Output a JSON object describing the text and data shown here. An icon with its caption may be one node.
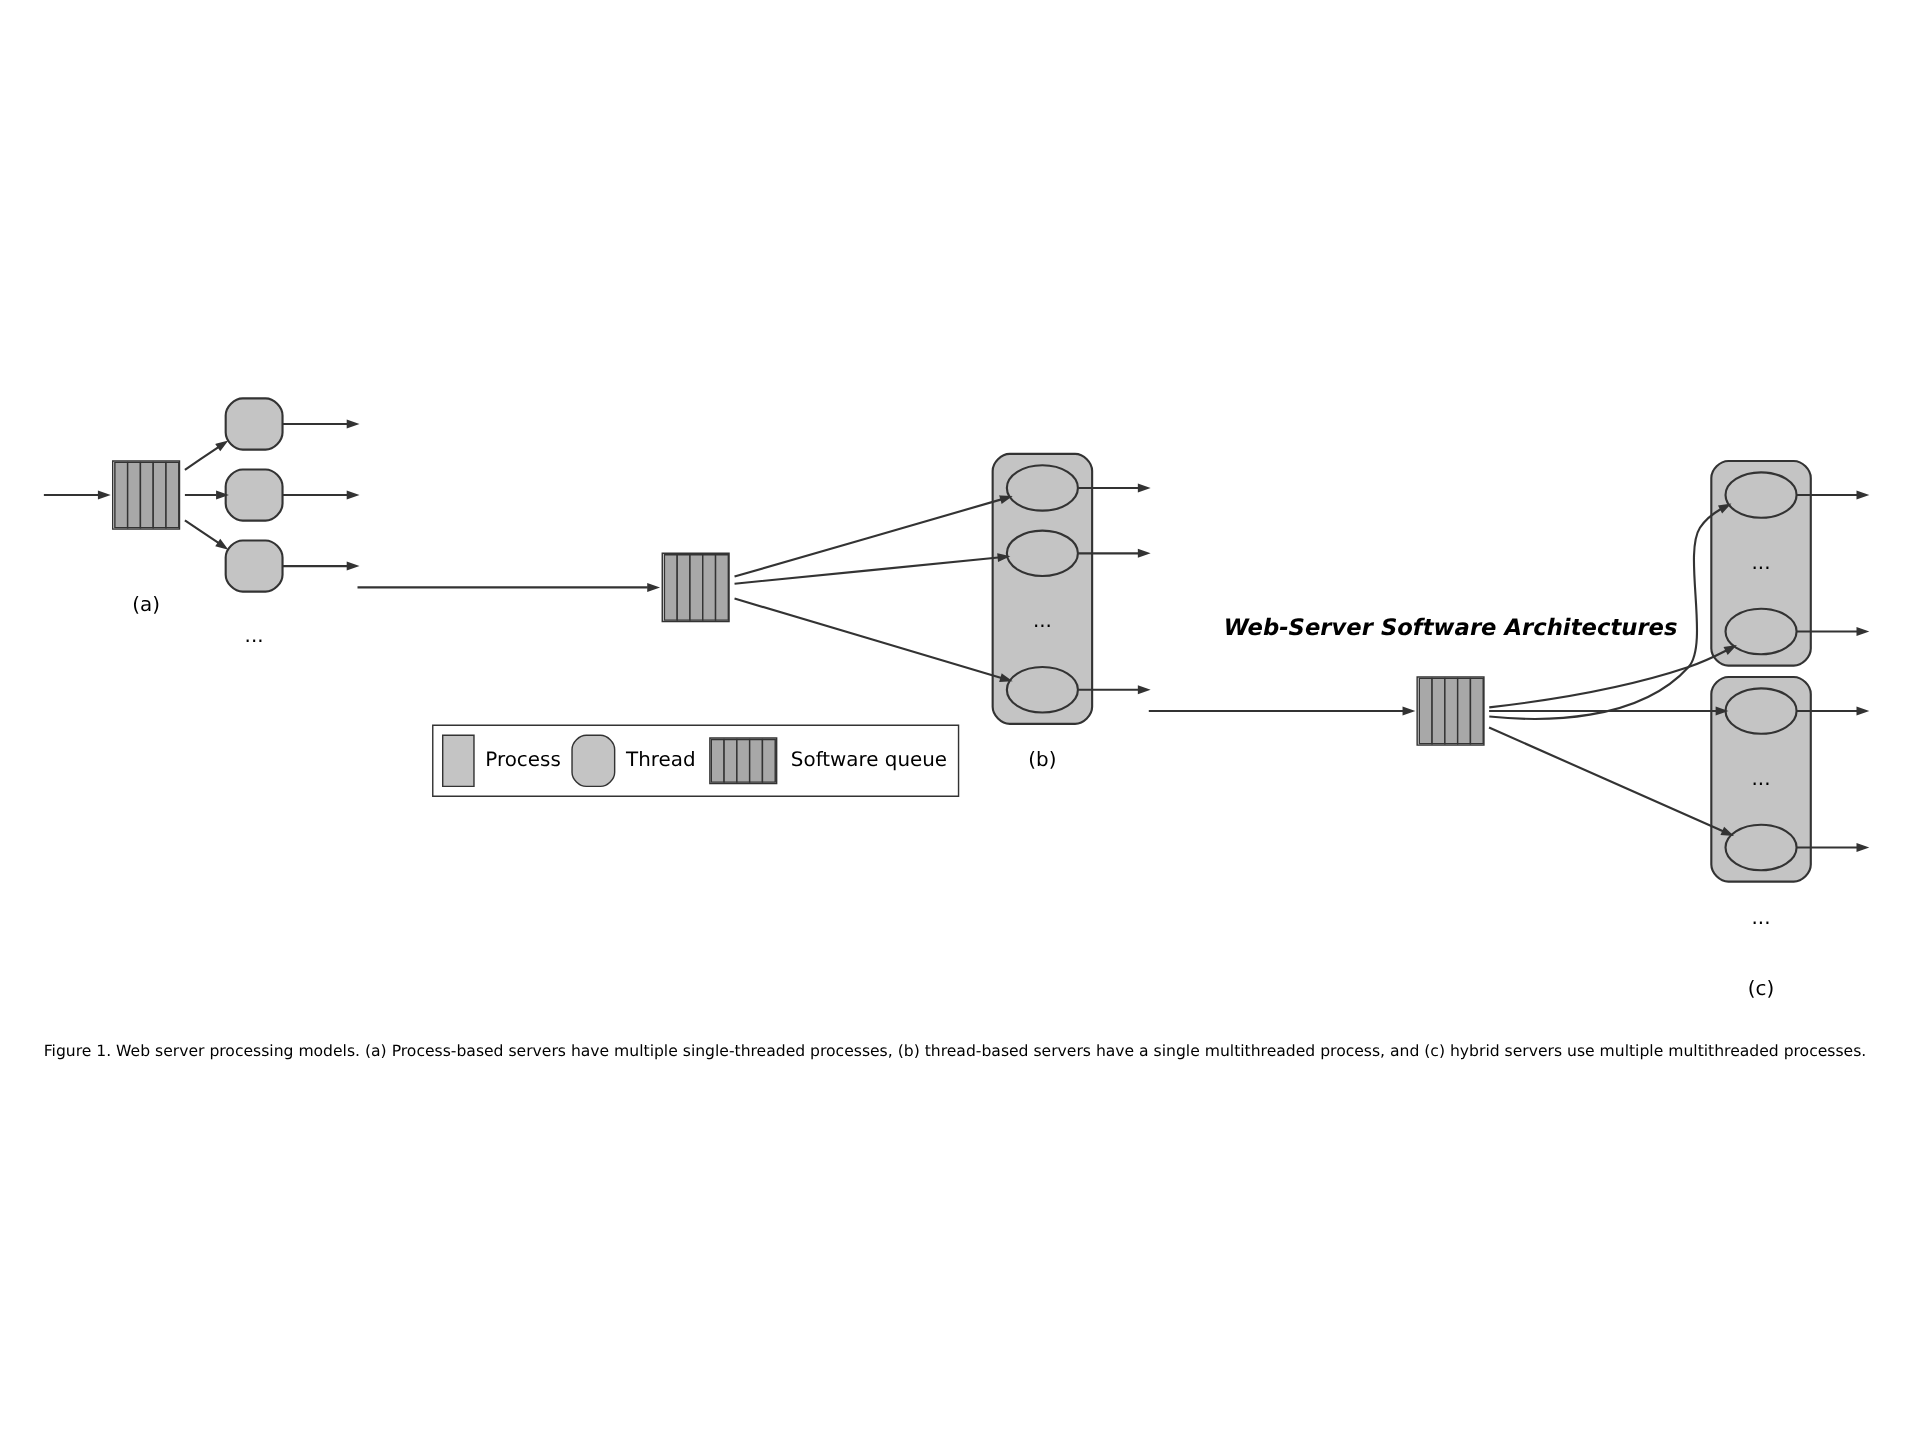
{
  "diagram": {
    "title": "Web-Server Software Architectures",
    "caption": "Figure 1. Web server processing models. (a) Process-based servers have multiple single-threaded processes, (b) thread-based servers have a single multithreaded process, and (c) hybrid servers use multiple multithreaded processes.",
    "nodes": [
      {
        "text": [],
        "shape": "queue"
      },
      {
        "text": [],
        "shape": "box"
      },
      {
        "text": [],
        "shape": "box"
      },
      {
        "text": [],
        "shape": "box"
      },
      {
        "text": [],
        "shape": "queue"
      },
      {
        "text": [],
        "shape": "box"
      },
      {
        "text": [],
        "shape": "ellipse",
        "in": 5
      },
      {
        "text": [],
        "shape": "ellipse",
        "in": 5
      },
      {
        "text": [],
        "shape": "ellipse",
        "in": 5
      },
      {
        "text": [],
        "shape": "queue"
      },
      {
        "text": [],
        "shape": "box"
      },
      {
        "text": [],
        "shape": "ellipse",
        "in": 10
      },
      {
        "text": [],
        "shape": "ellipse",
        "in": 10
      },
      {
        "text": [],
        "shape": "box"
      },
      {
        "text": [],
        "shape": "ellipse",
        "in": 13
      },
      {
        "text": [],
        "shape": "ellipse",
        "in": 13
      }
    ],
    "edges": [
      {
        "from": null,
        "to": 0,
        "arrow": "to"
      },
      {
        "from": 0,
        "to": 1,
        "arrow": "to"
      },
      {
        "from": 0,
        "to": 2,
        "arrow": "to"
      },
      {
        "from": 0,
        "to": 3,
        "arrow": "to"
      },
      {
        "from": 1,
        "to": null,
        "arrow": "to"
      },
      {
        "from": 2,
        "to": null,
        "arrow": "to"
      },
      {
        "from": 3,
        "to": null,
        "arrow": "to"
      },
      {
        "from": null,
        "to": 4,
        "arrow": "to"
      },
      {
        "from": 4,
        "to": 6,
        "arrow": "to"
      },
      {
        "from": 4,
        "to": 7,
        "arrow": "to"
      },
      {
        "from": 4,
        "to": 8,
        "arrow": "to"
      },
      {
        "from": 6,
        "to": null,
        "arrow": "to"
      },
      {
        "from": 7,
        "to": null,
        "arrow": "to"
      },
      {
        "from": 8,
        "to": null,
        "arrow": "to"
      },
      {
        "from": null,
        "to": 9,
        "arrow": "to"
      },
      {
        "from": 9,
        "to": 11,
        "arrow": "to"
      },
      {
        "from": 9,
        "to": 12,
        "arrow": "to"
      },
      {
        "from": 9,
        "to": 14,
        "arrow": "to"
      },
      {
        "from": 9,
        "to": 15,
        "arrow": "to"
      },
      {
        "from": 11,
        "to": null,
        "arrow": "to"
      },
      {
        "from": 12,
        "to": null,
        "arrow": "to"
      },
      {
        "from": 14,
        "to": null,
        "arrow": "to"
      },
      {
        "from": 15,
        "to": null,
        "arrow": "to"
      }
    ],
    "labels": [
      "...",
      "...",
      "...",
      "...",
      "...",
      "(a)",
      "(b)",
      "(c)"
    ],
    "legend": [
      {
        "text": "Process"
      },
      {
        "text": "Thread"
      },
      {
        "text": "Software queue"
      }
    ]
  }
}
